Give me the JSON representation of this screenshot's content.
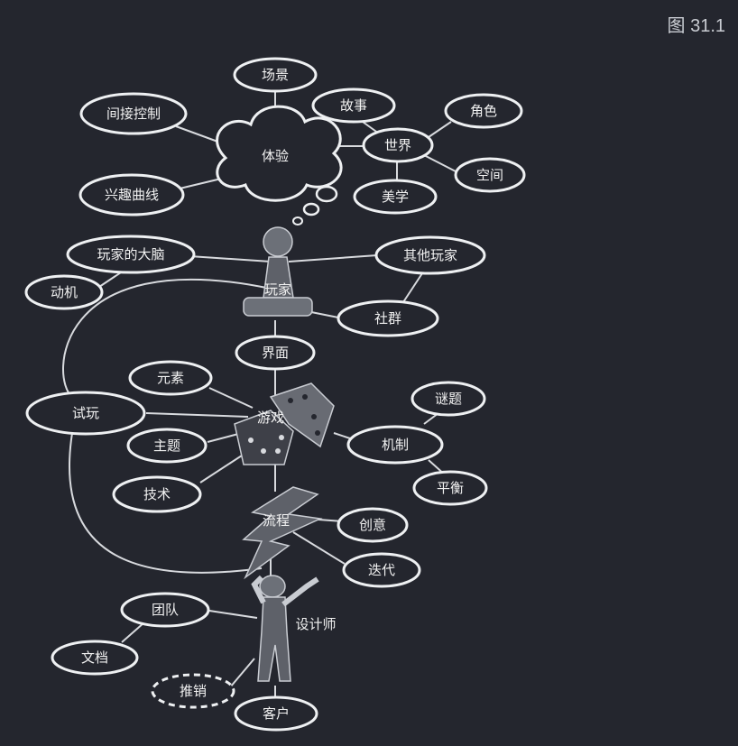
{
  "figure_label": "图 31.1",
  "center_nodes": {
    "experience": "体验",
    "player": "玩家",
    "game": "游戏",
    "process": "流程",
    "designer": "设计师"
  },
  "nodes": {
    "scene": "场景",
    "indirect_control": "间接控制",
    "story": "故事",
    "world": "世界",
    "character": "角色",
    "space": "空间",
    "aesthetics": "美学",
    "interest_curve": "兴趣曲线",
    "player_mind": "玩家的大脑",
    "other_players": "其他玩家",
    "motivation": "动机",
    "community": "社群",
    "interface": "界面",
    "elements": "元素",
    "playtest": "试玩",
    "theme": "主题",
    "technology": "技术",
    "puzzle": "谜题",
    "mechanics": "机制",
    "balance": "平衡",
    "creativity": "创意",
    "iteration": "迭代",
    "team": "团队",
    "documents": "文档",
    "marketing": "推销",
    "client": "客户"
  }
}
